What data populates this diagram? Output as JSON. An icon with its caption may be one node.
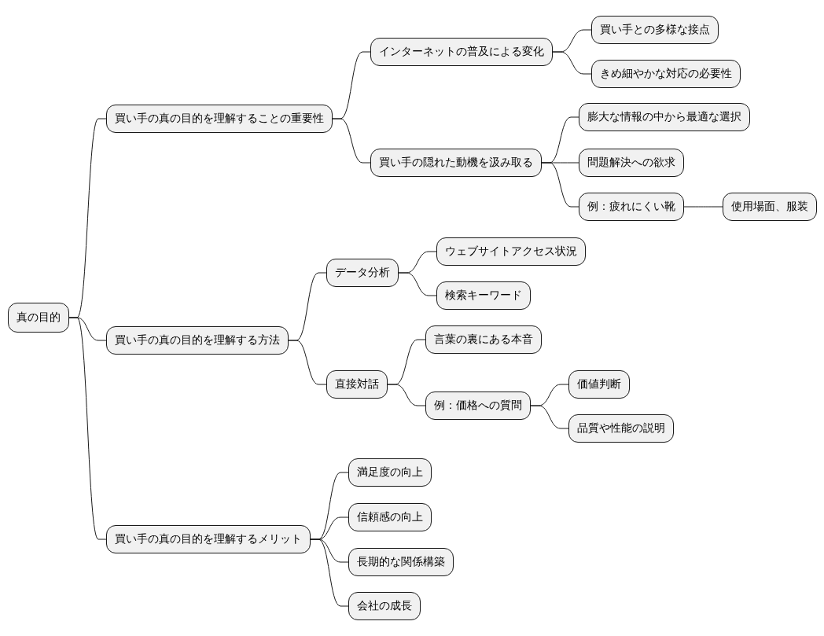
{
  "diagram": {
    "nodes": [
      {
        "text": [
          "真の目的"
        ]
      },
      {
        "text": [
          "買い手の真の目的を理解することの重要性"
        ]
      },
      {
        "text": [
          "インターネットの普及による変化"
        ]
      },
      {
        "text": [
          "買い手との多様な接点"
        ]
      },
      {
        "text": [
          "きめ細やかな対応の必要性"
        ]
      },
      {
        "text": [
          "買い手の隠れた動機を汲み取る"
        ]
      },
      {
        "text": [
          "膨大な情報の中から最適な選択"
        ]
      },
      {
        "text": [
          "問題解決への欲求"
        ]
      },
      {
        "text": [
          "例：疲れにくい靴"
        ]
      },
      {
        "text": [
          "使用場面、服装"
        ]
      },
      {
        "text": [
          "買い手の真の目的を理解する方法"
        ]
      },
      {
        "text": [
          "データ分析"
        ]
      },
      {
        "text": [
          "ウェブサイトアクセス状況"
        ]
      },
      {
        "text": [
          "検索キーワード"
        ]
      },
      {
        "text": [
          "直接対話"
        ]
      },
      {
        "text": [
          "言葉の裏にある本音"
        ]
      },
      {
        "text": [
          "例：価格への質問"
        ]
      },
      {
        "text": [
          "価値判断"
        ]
      },
      {
        "text": [
          "品質や性能の説明"
        ]
      },
      {
        "text": [
          "買い手の真の目的を理解するメリット"
        ]
      },
      {
        "text": [
          "満足度の向上"
        ]
      },
      {
        "text": [
          "信頼感の向上"
        ]
      },
      {
        "text": [
          "長期的な関係構築"
        ]
      },
      {
        "text": [
          "会社の成長"
        ]
      }
    ],
    "edges": [
      {
        "from": 0,
        "to": 1,
        "arrow": "none"
      },
      {
        "from": 1,
        "to": 2,
        "arrow": "none"
      },
      {
        "from": 2,
        "to": 3,
        "arrow": "none"
      },
      {
        "from": 2,
        "to": 4,
        "arrow": "none"
      },
      {
        "from": 1,
        "to": 5,
        "arrow": "none"
      },
      {
        "from": 5,
        "to": 6,
        "arrow": "none"
      },
      {
        "from": 5,
        "to": 7,
        "arrow": "none"
      },
      {
        "from": 5,
        "to": 8,
        "arrow": "none"
      },
      {
        "from": 8,
        "to": 9,
        "arrow": "none"
      },
      {
        "from": 0,
        "to": 10,
        "arrow": "none"
      },
      {
        "from": 10,
        "to": 11,
        "arrow": "none"
      },
      {
        "from": 11,
        "to": 12,
        "arrow": "none"
      },
      {
        "from": 11,
        "to": 13,
        "arrow": "none"
      },
      {
        "from": 10,
        "to": 14,
        "arrow": "none"
      },
      {
        "from": 14,
        "to": 15,
        "arrow": "none"
      },
      {
        "from": 14,
        "to": 16,
        "arrow": "none"
      },
      {
        "from": 16,
        "to": 17,
        "arrow": "none"
      },
      {
        "from": 16,
        "to": 18,
        "arrow": "none"
      },
      {
        "from": 0,
        "to": 19,
        "arrow": "none"
      },
      {
        "from": 19,
        "to": 20,
        "arrow": "none"
      },
      {
        "from": 19,
        "to": 21,
        "arrow": "none"
      },
      {
        "from": 19,
        "to": 22,
        "arrow": "none"
      },
      {
        "from": 19,
        "to": 23,
        "arrow": "none"
      }
    ]
  }
}
